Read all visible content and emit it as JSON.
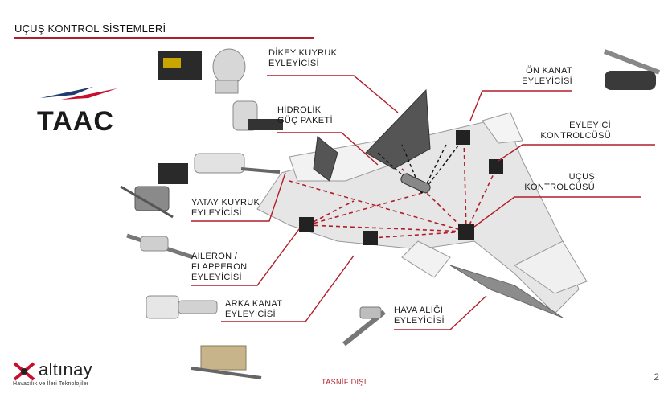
{
  "slide": {
    "title": "UÇUŞ KONTROL SİSTEMLERİ",
    "brand_taac": "TAAC",
    "brand_altinay": "altınay",
    "brand_altinay_sub": "Havacılık ve İleri Teknolojiler",
    "classification": "TASNİF DIŞI",
    "page_number": "2"
  },
  "labels": {
    "dikey": [
      "DİKEY KUYRUK",
      "EYLEYİCİSİ"
    ],
    "hidrolik": [
      "HİDROLİK",
      "GÜÇ PAKETİ"
    ],
    "yatay": [
      "YATAY KUYRUK",
      "EYLEYİCİSİ"
    ],
    "aileron": [
      "AILERON /",
      "FLAPPERON",
      "EYLEYİCİSİ"
    ],
    "arka": [
      "ARKA KANAT",
      "EYLEYİCİSİ"
    ],
    "hava": [
      "HAVA ALIĞI",
      "EYLEYİCİSİ"
    ],
    "on": [
      "ÖN KANAT",
      "EYLEYİCİSİ"
    ],
    "eyleyici_kontrol": [
      "EYLEYİCİ",
      "KONTROLCÜSÜ"
    ],
    "ucus_kontrol": [
      "UÇUŞ",
      "KONTROLCÜSÜ"
    ]
  },
  "colors": {
    "accent_red": "#b01e2a",
    "taac_red": "#c8102e",
    "taac_blue": "#1f3a6e",
    "aircraft_fill": "#e6e6e6",
    "tail_dark": "#555555"
  }
}
